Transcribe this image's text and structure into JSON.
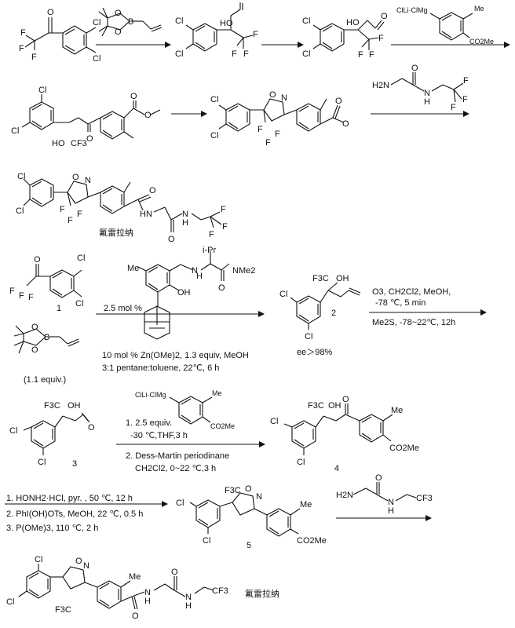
{
  "scheme1": {
    "reagent1": "ClLi·ClMg",
    "reagent1_me": "Me",
    "reagent1_ester": "CO2Me",
    "product_name": "氟雷拉纳"
  },
  "scheme2": {
    "cmpd1_label": "1",
    "equiv_label": "(1.1 equiv.)",
    "catalyst_loading": "2.5 mol %",
    "cat_me": "Me",
    "cat_ipr": "i-Pr",
    "cat_nme2": "NMe2",
    "cat_nh": "N",
    "cat_oh": "OH",
    "cond1": "10 mol % Zn(OMe)2, 1.3 equiv, MeOH",
    "cond2": "3:1 pentane:toluene, 22℃, 6 h",
    "cmpd2_label": "2",
    "ee": "ee＞98%",
    "ozonolysis1": "O3, CH2Cl2, MeOH,",
    "ozonolysis2": "-78 ℃, 5 min",
    "ozonolysis3": "Me2S, -78~22℃, 12h",
    "cmpd3_label": "3",
    "grignard_reagent": "ClLi·ClMg",
    "grignard_me": "Me",
    "grignard_ester": "CO2Me",
    "step3a": "1. 2.5 equiv.",
    "step3b": "-30 ℃,THF,3 h",
    "step3c": "2. Dess-Martin periodinane",
    "step3d": "CH2Cl2, 0~22 ℃,3 h",
    "cmpd4_label": "4",
    "step4a": "1. HONH2·HCl, pyr. , 50 ℃, 12 h",
    "step4b": "2. PhI(OH)OTs, MeOH, 22 ℃, 0.5 h",
    "step4c": "3. P(OMe)3, 110 ℃, 2 h",
    "cmpd5_label": "5",
    "product_name": "氟雷拉纳"
  },
  "atoms": {
    "cl": "Cl",
    "f": "F",
    "o": "O",
    "n": "N",
    "b": "B",
    "h2n": "H2N",
    "hn": "HN",
    "nh": "N",
    "h": "H",
    "ho": "HO",
    "oh": "OH",
    "cf3": "CF3",
    "f3c": "F3C",
    "me": "Me",
    "co2me": "CO2Me"
  }
}
